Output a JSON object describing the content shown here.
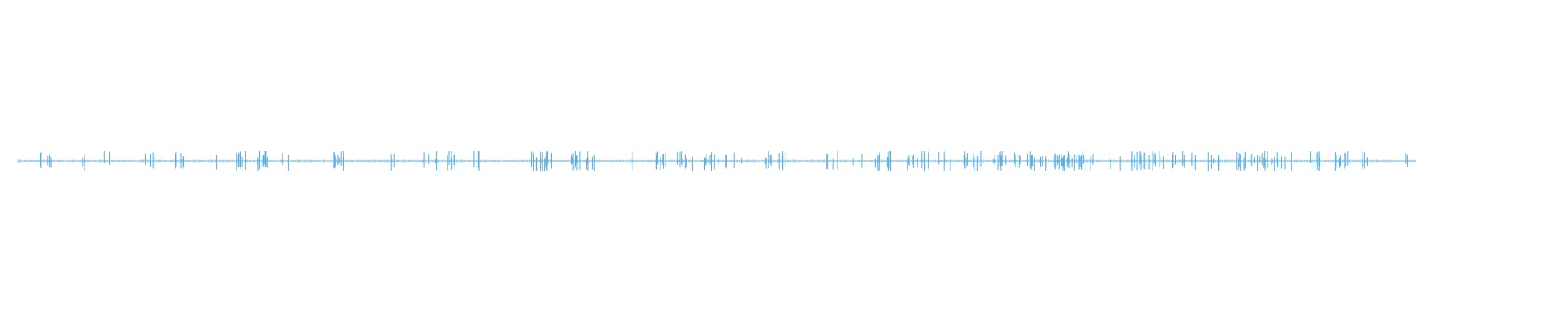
{
  "waveform": {
    "color": "#5aaee0",
    "seed": 17,
    "bursts": [
      0.02,
      0.05,
      0.065,
      0.095,
      0.115,
      0.14,
      0.16,
      0.175,
      0.18,
      0.19,
      0.23,
      0.27,
      0.29,
      0.3,
      0.31,
      0.33,
      0.37,
      0.375,
      0.38,
      0.395,
      0.4,
      0.41,
      0.44,
      0.46,
      0.475,
      0.48,
      0.495,
      0.505,
      0.515,
      0.535,
      0.545,
      0.58,
      0.585,
      0.6,
      0.615,
      0.625,
      0.64,
      0.645,
      0.655,
      0.665,
      0.68,
      0.685,
      0.7,
      0.705,
      0.715,
      0.725,
      0.735,
      0.745,
      0.75,
      0.755,
      0.76,
      0.765,
      0.785,
      0.8,
      0.805,
      0.815,
      0.83,
      0.84,
      0.855,
      0.86,
      0.875,
      0.885,
      0.89,
      0.9,
      0.91,
      0.925,
      0.93,
      0.945,
      0.95,
      0.965,
      0.99
    ]
  }
}
